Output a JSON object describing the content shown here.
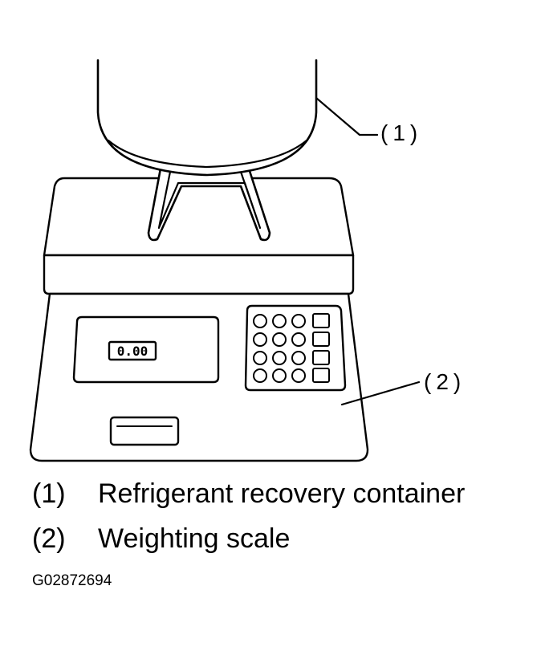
{
  "callouts": {
    "container": "(1)",
    "scale": "(2)"
  },
  "legend": [
    {
      "number": "(1)",
      "label": "Refrigerant recovery container"
    },
    {
      "number": "(2)",
      "label": "Weighting scale"
    }
  ],
  "display_value": "0.00",
  "figure_id": "G02872694"
}
